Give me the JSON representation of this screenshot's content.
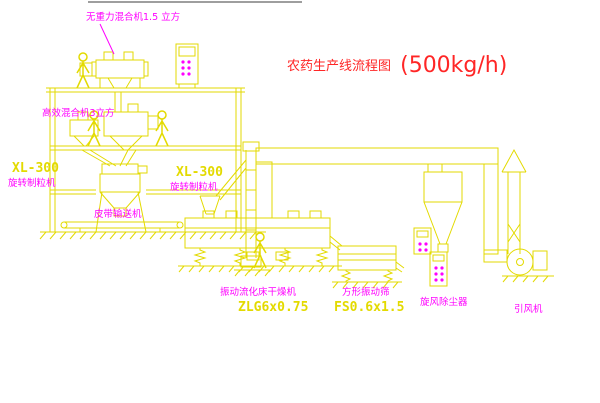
{
  "title": {
    "text": "农药生产线流程图",
    "capacity": "(500kg/h)"
  },
  "labels": {
    "gravity_mixer": "无重力混合机1.5 立方",
    "high_mixer": "高效混合机3立方",
    "granulator_left_model": "XL-300",
    "granulator_left_name": "旋转制粒机",
    "granulator_right_model": "XL-300",
    "granulator_right_name": "旋转制粒机",
    "belt_conveyor": "皮带输送机",
    "dryer_name": "振动流化床干燥机",
    "dryer_model": "ZLG6x0.75",
    "sieve_name": "方形振动筛",
    "sieve_model": "FS0.6x1.5",
    "cyclone_name": "旋风除尘器",
    "fan_name": "引风机"
  },
  "colors": {
    "drawing": "#e3da00",
    "label": "#ff00ff",
    "title": "#ff2626",
    "background": "#ffffff"
  }
}
